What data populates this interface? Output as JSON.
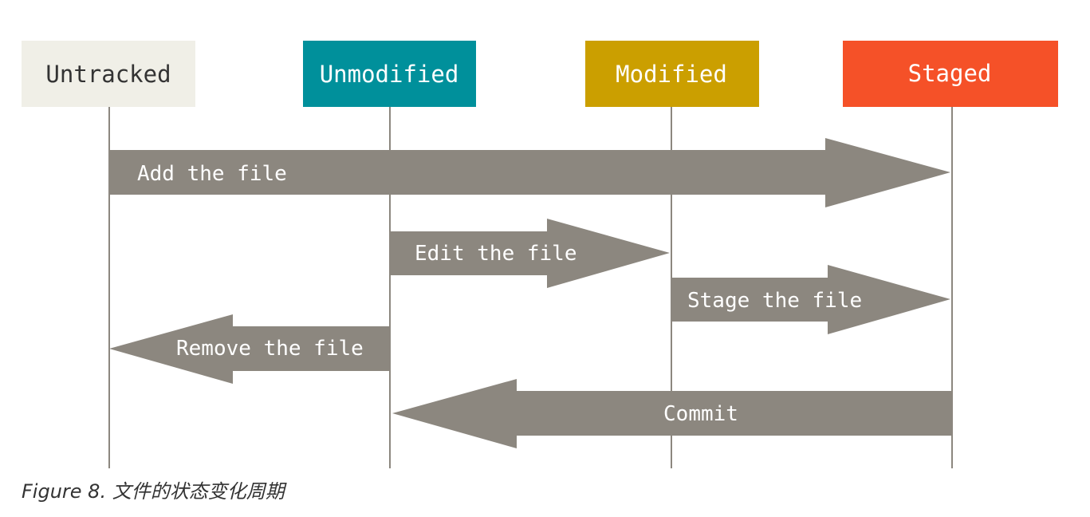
{
  "states": [
    {
      "id": "untracked",
      "label": "Untracked",
      "fill": "#f0efe7",
      "text_color": "#333333"
    },
    {
      "id": "unmodified",
      "label": "Unmodified",
      "fill": "#00909b",
      "text_color": "#ffffff"
    },
    {
      "id": "modified",
      "label": "Modified",
      "fill": "#cb9f00",
      "text_color": "#ffffff"
    },
    {
      "id": "staged",
      "label": "Staged",
      "fill": "#f55128",
      "text_color": "#ffffff"
    }
  ],
  "transitions": [
    {
      "id": "add",
      "label": "Add the file",
      "from": "untracked",
      "to": "staged"
    },
    {
      "id": "edit",
      "label": "Edit the file",
      "from": "unmodified",
      "to": "modified"
    },
    {
      "id": "stage",
      "label": "Stage the file",
      "from": "modified",
      "to": "staged"
    },
    {
      "id": "remove",
      "label": "Remove the file",
      "from": "unmodified",
      "to": "untracked"
    },
    {
      "id": "commit",
      "label": "Commit",
      "from": "staged",
      "to": "unmodified"
    }
  ],
  "colors": {
    "arrow": "#8c877f",
    "lifeline": "#8c877f"
  },
  "caption": {
    "figure": "Figure 8.",
    "text": "文件的状态变化周期"
  }
}
